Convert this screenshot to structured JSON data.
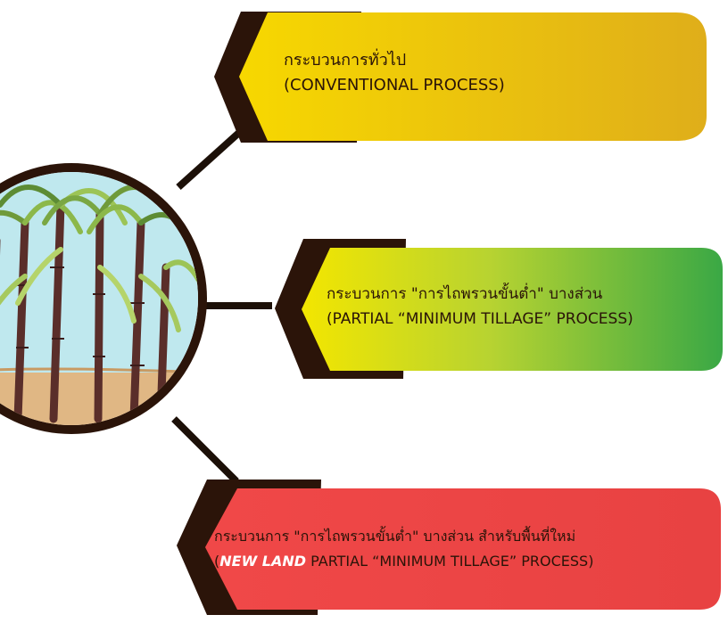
{
  "boxes": [
    {
      "line1": "กระบวนการทั่วไป",
      "line2": "(CONVENTIONAL PROCESS)",
      "color": "#f5c400"
    },
    {
      "line1": "กระบวนการ \"การไถพรวนขั้นต่ำ\" บางส่วน",
      "line2": "(PARTIAL “MINIMUM TILLAGE” PROCESS)",
      "color": "#4caf3f"
    },
    {
      "line1": "กระบวนการ \"การไถพรวนขั้นต่ำ\" บางส่วน สำหรับพื้นที่ใหม่",
      "line2_open": "(",
      "line2_highlight": "NEW LAND",
      "line2_rest": " PARTIAL “MINIMUM TILLAGE” PROCESS)",
      "color": "#ee4444"
    }
  ],
  "image": {
    "icon": "sugarcane-illustration",
    "ring_color": "#2b1409",
    "sky_color": "#bfe8ee",
    "soil_color": "#e0b784"
  }
}
